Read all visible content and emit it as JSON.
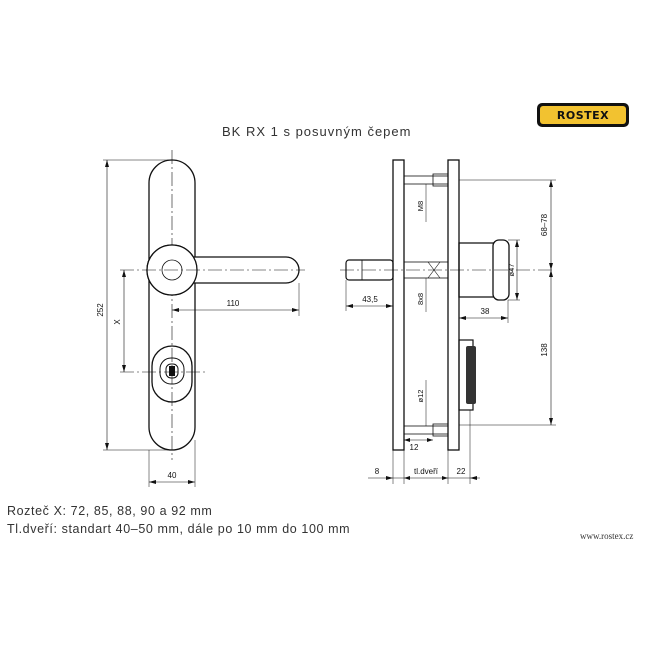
{
  "brand": {
    "logo_text": "ROSTEX",
    "logo_color": "#f2c230",
    "url": "www.rostex.cz"
  },
  "title": "BK RX 1 s posuvným čepem",
  "notes": {
    "line1": "Rozteč X: 72, 85, 88, 90 a 92 mm",
    "line2": "Tl.dveří: standart 40–50 mm, dále po 10 mm do 100 mm"
  },
  "front_view": {
    "dims": {
      "height": "252",
      "x": "X",
      "lever": "110",
      "width": "40"
    }
  },
  "side_view": {
    "dims": {
      "m8": "M8",
      "range": "68–78",
      "dia47": "ø47",
      "bolt": "8x8",
      "spindle": "43,5",
      "d38": "38",
      "d138": "138",
      "dia12": "ø12",
      "d12": "12",
      "d8": "8",
      "door": "tl.dveří",
      "d22": "22"
    }
  }
}
